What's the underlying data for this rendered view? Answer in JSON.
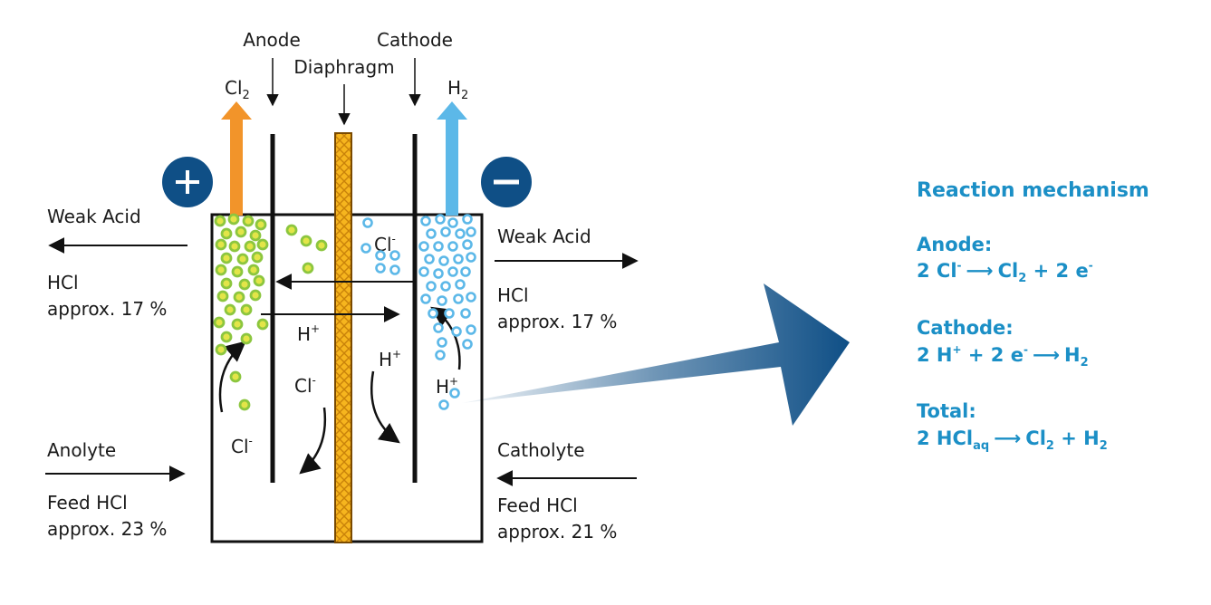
{
  "colors": {
    "anode_gas": "#f2942a",
    "cathode_gas": "#5cb8e8",
    "electrode_circle": "#0f4f86",
    "diaphragm_fill": "#f6b51e",
    "diaphragm_outline": "#7a4a00",
    "green_bubble": "#8cc63f",
    "green_bubble_center": "#e3e548",
    "blue_bubble": "#5cb8e8",
    "reaction_text": "#1b8fc6",
    "big_arrow": "#0f4f86"
  },
  "icons": {
    "plus": "plus-circle-icon",
    "minus": "minus-circle-icon"
  },
  "top_labels": {
    "anode": "Anode",
    "cathode": "Cathode",
    "diaphragm": "Diaphragm",
    "cl2": "Cl",
    "cl2_sub": "2",
    "h2": "H",
    "h2_sub": "2"
  },
  "left": {
    "weak_acid": "Weak Acid",
    "hcl": "HCl",
    "hcl_conc": "approx. 17 %",
    "anolyte": "Anolyte",
    "feed": "Feed HCl",
    "feed_conc": "approx. 23 %"
  },
  "right": {
    "weak_acid": "Weak Acid",
    "hcl": "HCl",
    "hcl_conc": "approx. 17 %",
    "catholyte": "Catholyte",
    "feed": "Feed HCl",
    "feed_conc": "approx. 21 %"
  },
  "ions": {
    "cl": "Cl",
    "minus": "-",
    "h": "H",
    "plus": "+"
  },
  "reaction": {
    "title": "Reaction mechanism",
    "anode_label": "Anode:",
    "anode_eq": {
      "coef1": "2 Cl",
      "sup1": "-",
      "arrow": "⟶",
      "prod": "Cl",
      "prod_sub": "2",
      "plus_e": " + 2 e",
      "sup_e": "-"
    },
    "cathode_label": "Cathode:",
    "cathode_eq": {
      "react": "2 H",
      "sup1": "+",
      "plus_e": " + 2 e",
      "sup_e": "-",
      "arrow": "⟶",
      "prod": "H",
      "prod_sub": "2"
    },
    "total_label": "Total:",
    "total_eq": {
      "react": "2 HCl",
      "sub_aq": "aq",
      "arrow": "⟶",
      "p1": "Cl",
      "p1_sub": "2",
      "plus": " + H",
      "p2_sub": "2"
    }
  }
}
